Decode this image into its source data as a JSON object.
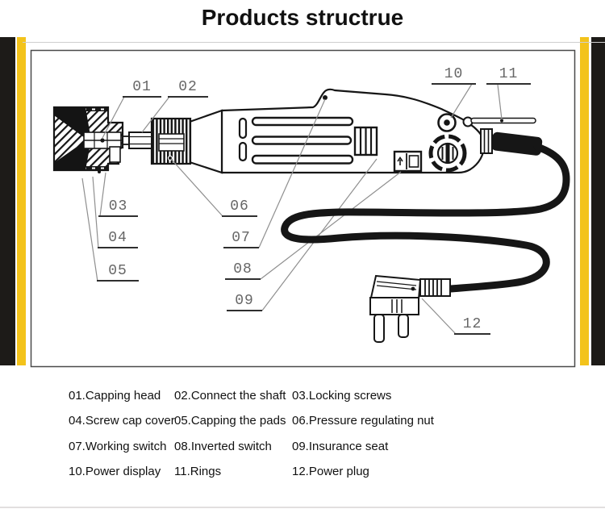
{
  "title": "Products structrue",
  "diagram": {
    "callouts": [
      "01",
      "02",
      "03",
      "04",
      "05",
      "06",
      "07",
      "08",
      "09",
      "10",
      "11",
      "12"
    ]
  },
  "legend": {
    "items": [
      "01.Capping head",
      "02.Connect the shaft",
      "03.Locking screws",
      "04.Screw cap cover",
      "05.Capping the pads",
      "06.Pressure regulating nut",
      "07.Working switch",
      "08.Inverted switch",
      "09.Insurance seat",
      "10.Power display",
      "11.Rings",
      "12.Power plug"
    ]
  },
  "colors": {
    "accent_yellow": "#f3c31b",
    "bar_black": "#1d1b18",
    "line_dark": "#161616",
    "leader_gray": "#8f8f8f"
  }
}
